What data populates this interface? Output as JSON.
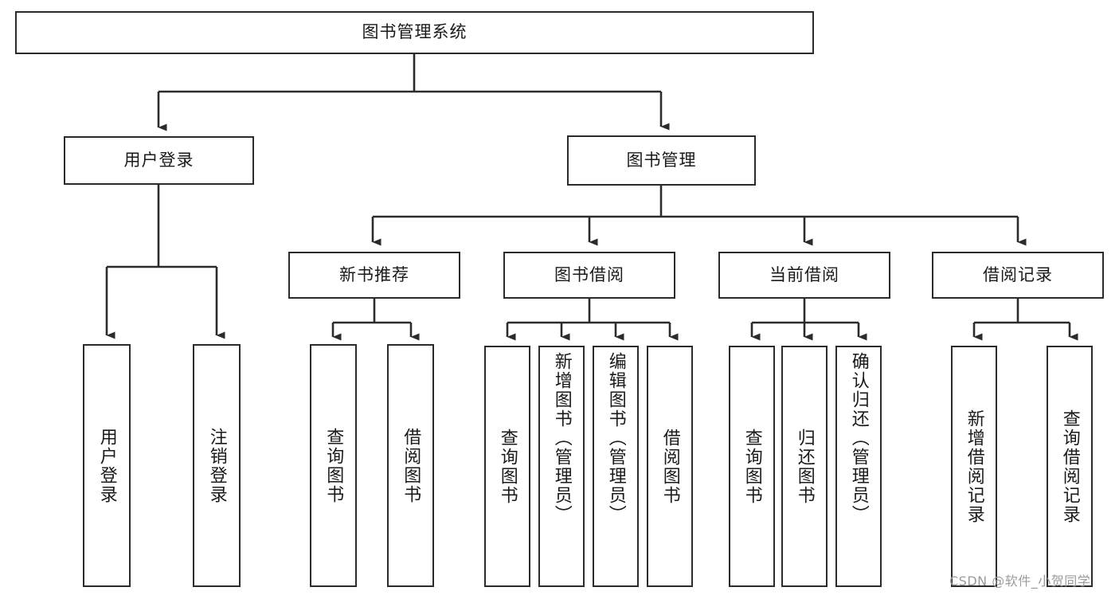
{
  "diagram": {
    "title": "图书管理系统",
    "type": "hierarchy-tree",
    "root": {
      "id": "root",
      "label": "图书管理系统"
    },
    "level1": [
      {
        "id": "user-login",
        "label": "用户登录"
      },
      {
        "id": "book-manage",
        "label": "图书管理"
      }
    ],
    "level2": [
      {
        "id": "new-book-recommend",
        "label": "新书推荐",
        "parent": "book-manage"
      },
      {
        "id": "book-borrow",
        "label": "图书借阅",
        "parent": "book-manage"
      },
      {
        "id": "current-borrow",
        "label": "当前借阅",
        "parent": "book-manage"
      },
      {
        "id": "borrow-record",
        "label": "借阅记录",
        "parent": "book-manage"
      }
    ],
    "leaves": [
      {
        "id": "leaf-user-login",
        "label": "用户登录",
        "parent": "user-login"
      },
      {
        "id": "leaf-user-logout",
        "label": "注销登录",
        "parent": "user-login"
      },
      {
        "id": "leaf-query-book-1",
        "label": "查询图书",
        "parent": "new-book-recommend"
      },
      {
        "id": "leaf-borrow-book-1",
        "label": "借阅图书",
        "parent": "new-book-recommend"
      },
      {
        "id": "leaf-query-book-2",
        "label": "查询图书",
        "parent": "book-borrow"
      },
      {
        "id": "leaf-add-book",
        "label": "新增图书（管理员）",
        "parent": "book-borrow"
      },
      {
        "id": "leaf-edit-book",
        "label": "编辑图书（管理员）",
        "parent": "book-borrow"
      },
      {
        "id": "leaf-borrow-book-2",
        "label": "借阅图书",
        "parent": "book-borrow"
      },
      {
        "id": "leaf-query-book-3",
        "label": "查询图书",
        "parent": "current-borrow"
      },
      {
        "id": "leaf-return-book",
        "label": "归还图书",
        "parent": "current-borrow"
      },
      {
        "id": "leaf-confirm-return",
        "label": "确认归还（管理员）",
        "parent": "current-borrow"
      },
      {
        "id": "leaf-add-record",
        "label": "新增借阅记录",
        "parent": "borrow-record"
      },
      {
        "id": "leaf-query-record",
        "label": "查询借阅记录",
        "parent": "borrow-record"
      }
    ],
    "watermark": "CSDN @软件_小贺同学",
    "colors": {
      "stroke": "#2b2b2b",
      "fill": "#ffffff",
      "text": "#1a1a1a",
      "watermark": "#9b9b9b"
    }
  }
}
